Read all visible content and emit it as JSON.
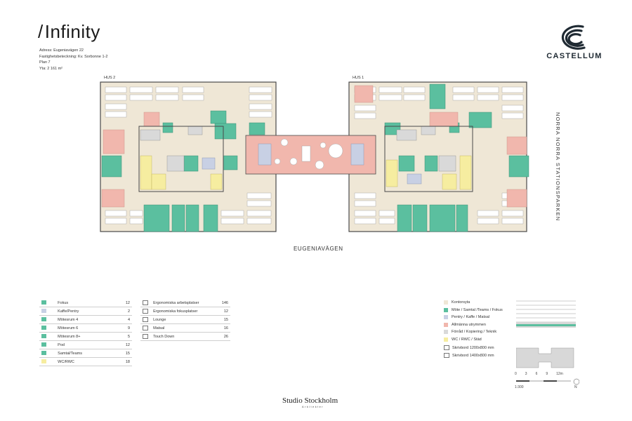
{
  "header": {
    "title": "Infinity",
    "info": [
      "Adress: Eugeniavägen 22",
      "Fastighetsbeteckning: Kv. Sorbonne 1-2",
      "Plan 7",
      "Yta: 2 161 m²"
    ]
  },
  "brand": {
    "name": "CASTELLUM",
    "color": "#1f2a33"
  },
  "plan": {
    "hus_left": "HUS 2",
    "hus_right": "HUS 1",
    "street": "EUGENIAVÄGEN",
    "park": "NORRA NORRA STATIONSPARKEN"
  },
  "colors": {
    "kontorsyta": "#efe7d6",
    "mote": "#5bbf9f",
    "pentry": "#c8d0e4",
    "allmanna": "#f1b7ad",
    "forrad": "#d9d9d9",
    "wc": "#f6eda0",
    "wall": "#4a4a4a"
  },
  "legend_left": [
    {
      "label": "Fokus",
      "value": "12",
      "color": "#5bbf9f"
    },
    {
      "label": "Kaffe/Pentry",
      "value": "2",
      "color": "#c8d0e4"
    },
    {
      "label": "Mötesrum 4",
      "value": "4",
      "color": "#5bbf9f"
    },
    {
      "label": "Mötesrum 6",
      "value": "9",
      "color": "#5bbf9f"
    },
    {
      "label": "Mötesrum 8+",
      "value": "5",
      "color": "#5bbf9f"
    },
    {
      "label": "Pod",
      "value": "12",
      "color": "#5bbf9f"
    },
    {
      "label": "Samtal/Teams",
      "value": "15",
      "color": "#5bbf9f"
    },
    {
      "label": "WC/RWC",
      "value": "18",
      "color": "#f6eda0"
    }
  ],
  "legend_mid": [
    {
      "label": "Ergonomiska arbetsplatser",
      "value": "146",
      "icon": "workstation-icon"
    },
    {
      "label": "Ergonomiska fokusplatser",
      "value": "12",
      "icon": "focus-seat-icon"
    },
    {
      "label": "Lounge",
      "value": "15",
      "icon": "lounge-icon"
    },
    {
      "label": "Matsal",
      "value": "16",
      "icon": "dining-icon"
    },
    {
      "label": "Touch Down",
      "value": "26",
      "icon": "touchdown-icon"
    }
  ],
  "key": [
    {
      "label": "Kontorsyta",
      "color": "#efe7d6"
    },
    {
      "label": "Möte / Samtal /Teams / Fokus",
      "color": "#5bbf9f"
    },
    {
      "label": "Pentry / Kaffe / Matsal",
      "color": "#c8d0e4"
    },
    {
      "label": "Allmänna utrymmen",
      "color": "#f1b7ad"
    },
    {
      "label": "Förråd / Kopiering / Teknik",
      "color": "#d9d9d9"
    },
    {
      "label": "WC / RWC / Städ",
      "color": "#f6eda0"
    }
  ],
  "desks": [
    {
      "label": "Skrivbord 1200x800 mm"
    },
    {
      "label": "Skrivbord 1400x800 mm"
    }
  ],
  "scale": {
    "ticks": [
      "0",
      "3",
      "6",
      "9",
      "12m"
    ],
    "ratio": "1:300",
    "north": "N"
  },
  "credit": {
    "studio": "Studio Stockholm",
    "sub": "Arkitekter"
  }
}
